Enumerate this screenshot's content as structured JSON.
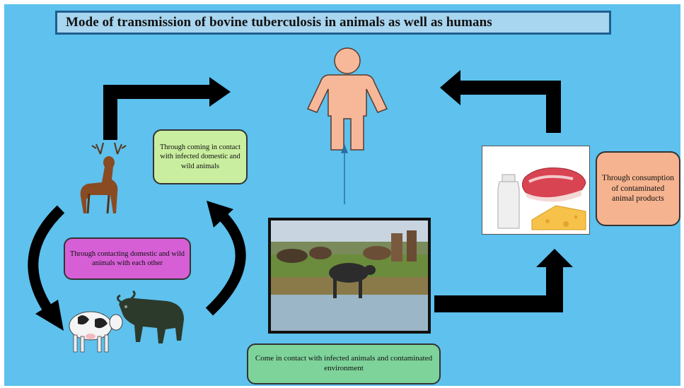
{
  "title": "Mode of transmission of bovine tuberculosis in animals as well as humans",
  "labels": {
    "contact_animals": "Through coming in contact with infected domestic and wild animals",
    "each_other": "Through contacting domestic and wild animals with each other",
    "environment": "Come in contact with infected animals and contaminated environment",
    "consumption": "Through consumption of contaminated animal products"
  },
  "colors": {
    "background": "#5ec1ee",
    "title_box": "#a8d5ef",
    "human": "#f7b89a",
    "contact_label": "#c9ee9f",
    "each_other_label": "#d65fd6",
    "environment_label": "#7ed39a",
    "consumption_label": "#f5b38f",
    "arrows": "#000000"
  },
  "icons": [
    "human-icon",
    "deer-icon",
    "cow-icon",
    "buffalo-icon",
    "milk-bottle-icon",
    "meat-icon",
    "cheese-icon"
  ]
}
